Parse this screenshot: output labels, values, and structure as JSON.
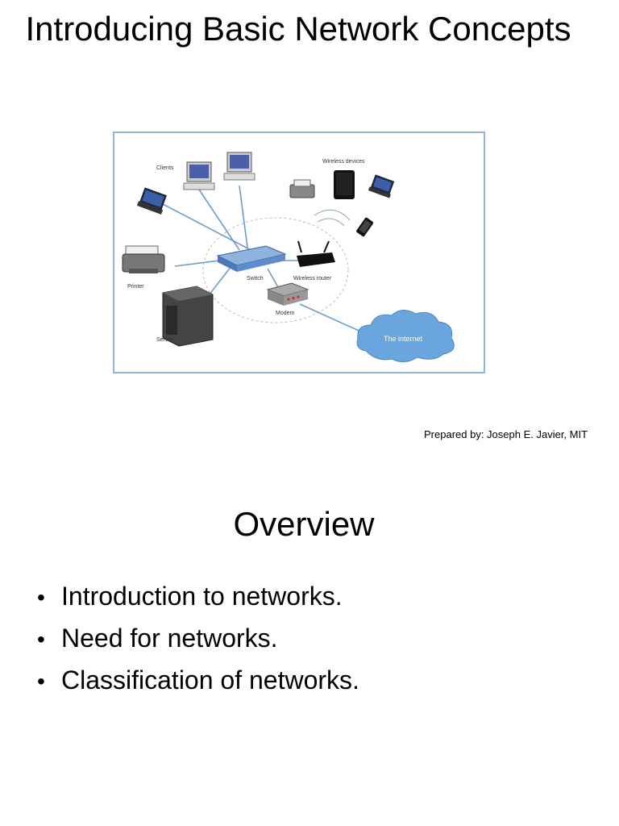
{
  "slide1": {
    "title": "Introducing Basic Network Concepts",
    "credit": "Prepared by: Joseph E. Javier, MIT",
    "diagram": {
      "labels": {
        "clients": "Clients",
        "wireless_devices": "Wireless devices",
        "printer": "Printer",
        "server": "Server",
        "switch": "Switch",
        "wireless_router": "Wireless router",
        "modem": "Modem",
        "internet": "The internet"
      }
    }
  },
  "slide2": {
    "title": "Overview",
    "bullets": [
      "Introduction to networks.",
      "Need for networks.",
      "Classification of networks."
    ]
  }
}
